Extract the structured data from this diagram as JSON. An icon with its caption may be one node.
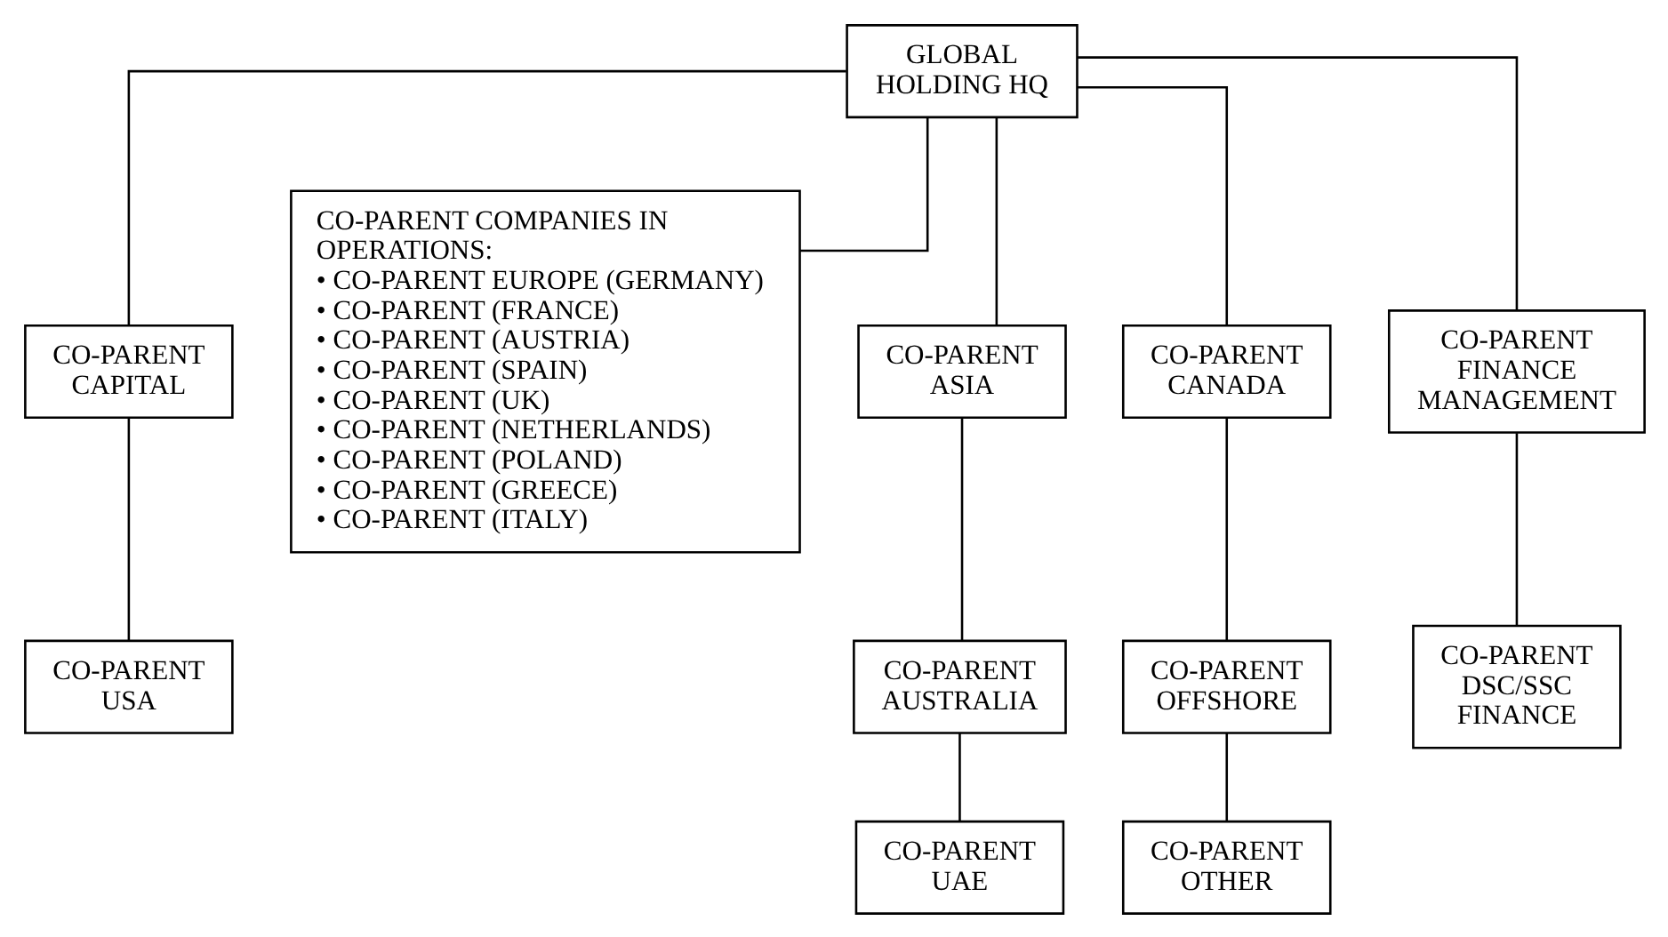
{
  "diagram": {
    "nodes": [
      {
        "text": [
          "GLOBAL HOLDING HQ"
        ]
      },
      {
        "text": [
          "CO-PARENT CAPITAL"
        ]
      },
      {
        "text": [
          "CO-PARENT USA"
        ]
      },
      {
        "text": [
          "CO-PARENT COMPANIES IN OPERATIONS:",
          "• CO-PARENT EUROPE (GERMANY)",
          "• CO-PARENT (FRANCE)",
          "• CO-PARENT (AUSTRIA)",
          "• CO-PARENT (SPAIN)",
          "• CO-PARENT (UK)",
          "• CO-PARENT (NETHERLANDS)",
          "• CO-PARENT (POLAND)",
          "• CO-PARENT (GREECE)",
          "• CO-PARENT (ITALY)"
        ]
      },
      {
        "text": [
          "CO-PARENT ASIA"
        ]
      },
      {
        "text": [
          "CO-PARENT AUSTRALIA"
        ]
      },
      {
        "text": [
          "CO-PARENT UAE"
        ]
      },
      {
        "text": [
          "CO-PARENT CANADA"
        ]
      },
      {
        "text": [
          "CO-PARENT OFFSHORE"
        ]
      },
      {
        "text": [
          "CO-PARENT OTHER"
        ]
      },
      {
        "text": [
          "CO-PARENT FINANCE MANAGEMENT"
        ]
      },
      {
        "text": [
          "CO-PARENT DSC/SSC FINANCE"
        ]
      }
    ],
    "edges": [
      {
        "from": 0,
        "to": 1,
        "arrow": "none"
      },
      {
        "from": 0,
        "to": 3,
        "arrow": "none"
      },
      {
        "from": 0,
        "to": 4,
        "arrow": "none"
      },
      {
        "from": 0,
        "to": 7,
        "arrow": "none"
      },
      {
        "from": 0,
        "to": 10,
        "arrow": "none"
      },
      {
        "from": 1,
        "to": 2,
        "arrow": "none"
      },
      {
        "from": 4,
        "to": 5,
        "arrow": "none"
      },
      {
        "from": 5,
        "to": 6,
        "arrow": "none"
      },
      {
        "from": 7,
        "to": 8,
        "arrow": "none"
      },
      {
        "from": 8,
        "to": 9,
        "arrow": "none"
      },
      {
        "from": 10,
        "to": 11,
        "arrow": "none"
      }
    ]
  }
}
